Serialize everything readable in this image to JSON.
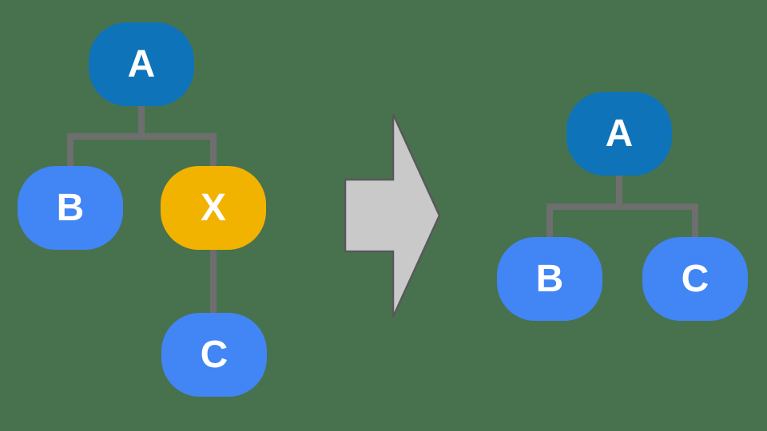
{
  "diagram": {
    "title": "tree-transformation",
    "left_tree": {
      "nodes": [
        {
          "id": "A",
          "label": "A",
          "role": "root"
        },
        {
          "id": "B",
          "label": "B",
          "role": "child"
        },
        {
          "id": "X",
          "label": "X",
          "role": "highlight"
        },
        {
          "id": "C",
          "label": "C",
          "role": "child"
        }
      ],
      "edges": [
        [
          "A",
          "B"
        ],
        [
          "A",
          "X"
        ],
        [
          "X",
          "C"
        ]
      ]
    },
    "arrow": {
      "direction": "right",
      "meaning": "transforms-into"
    },
    "right_tree": {
      "nodes": [
        {
          "id": "A",
          "label": "A",
          "role": "root"
        },
        {
          "id": "B",
          "label": "B",
          "role": "child"
        },
        {
          "id": "C",
          "label": "C",
          "role": "child"
        }
      ],
      "edges": [
        [
          "A",
          "B"
        ],
        [
          "A",
          "C"
        ]
      ]
    }
  },
  "colors": {
    "background": "#48724e",
    "root_node": "#0e73b8",
    "child_node": "#4285f4",
    "highlight_node": "#f2b200",
    "connector": "#6e6e6e",
    "arrow_fill": "#c9c9c9",
    "arrow_stroke": "#58585a",
    "node_text": "#ffffff"
  }
}
